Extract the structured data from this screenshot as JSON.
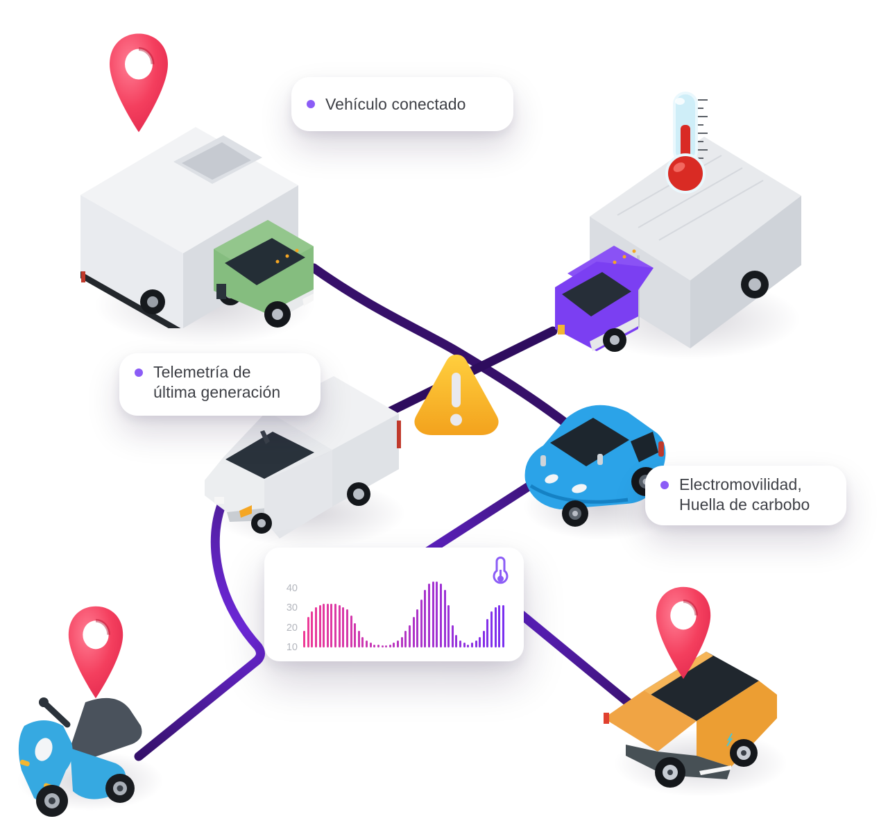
{
  "labels": {
    "connected_vehicle": {
      "text": "Vehículo conectado"
    },
    "telemetry": {
      "line1": "Telemetría de",
      "line2": "última generación"
    },
    "emobility": {
      "line1": "Electromovilidad,",
      "line2": "Huella de carbobo"
    }
  },
  "chart_data": {
    "type": "bar",
    "title": "",
    "xlabel": "",
    "ylabel": "",
    "yticks": [
      40,
      30,
      20,
      10
    ],
    "ylim": [
      10,
      42
    ],
    "grid": false,
    "legend": "none",
    "corner_icon": "thermometer-icon",
    "bar_color_start": "#ee3a96",
    "bar_color_end": "#7a2ff0",
    "values": [
      17,
      24,
      27,
      29,
      30,
      31,
      31,
      31,
      31,
      30,
      29,
      28,
      25,
      21,
      17,
      14,
      12,
      11,
      10,
      10,
      9,
      9,
      10,
      11,
      12,
      14,
      17,
      20,
      24,
      28,
      33,
      38,
      41,
      42,
      42,
      41,
      38,
      30,
      20,
      15,
      12,
      11,
      10,
      11,
      12,
      14,
      17,
      23,
      27,
      29,
      30,
      30
    ]
  },
  "icons": {
    "pins": "location-pin",
    "vehicle_thermometer": "thermometer",
    "warning": "warning-triangle",
    "chart_corner": "thermometer-outline"
  },
  "colors": {
    "accent_purple": "#8b5cf6",
    "route_dark": "#361069",
    "route_violet": "#5d21c0",
    "pin_red": "#f43f5e",
    "pin_red_dark": "#d91c44",
    "truck_green": "#85bd7f",
    "van_purple": "#7b3ff2",
    "car_blue": "#2ba3e8",
    "scooter_blue": "#36a9e1",
    "car_orange": "#f0a444",
    "warning_yellow": "#ffcf3e",
    "warning_orange": "#f3a21d",
    "text_dark": "#3d3f45",
    "tick_gray": "#b3b6bd",
    "card_white": "#ffffff"
  }
}
